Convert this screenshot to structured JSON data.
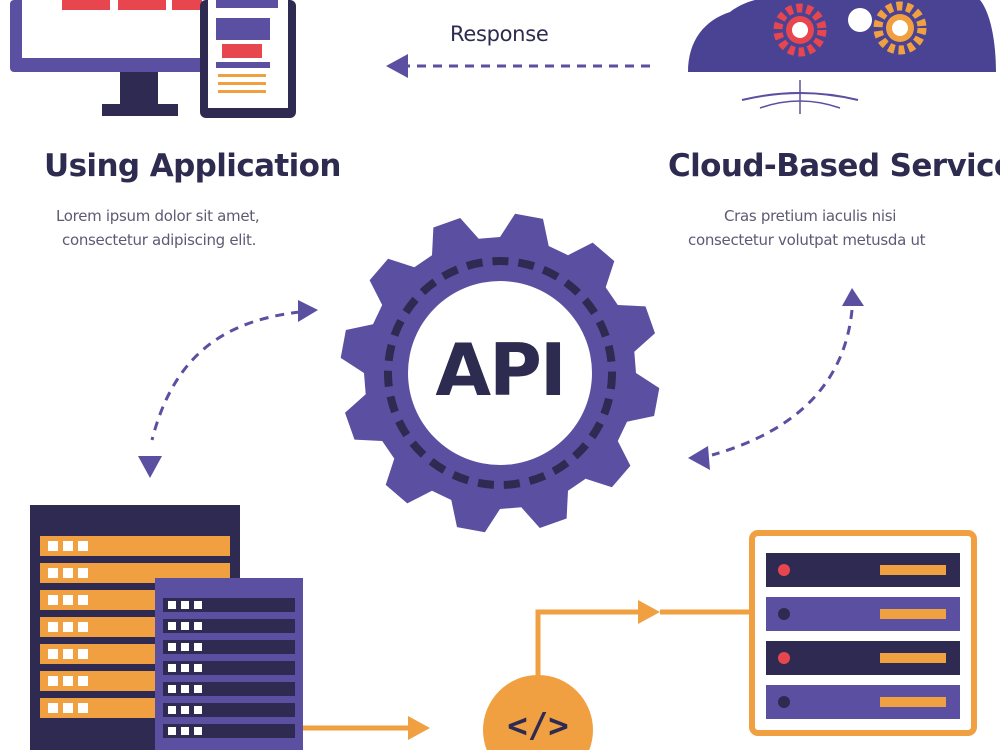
{
  "diagram": {
    "response_label": "Response",
    "api_label": "API",
    "code_symbol": "</>",
    "left_panel": {
      "title": "Using Application",
      "desc_line1": "Lorem ipsum dolor sit amet,",
      "desc_line2": "consectetur adipiscing elit."
    },
    "right_panel": {
      "title": "Cloud-Based Services",
      "desc_line1": "Cras pretium iaculis nisi",
      "desc_line2": "consectetur volutpat metusda ut"
    }
  },
  "colors": {
    "purple": "#5a4fa0",
    "dark_navy": "#2f2a52",
    "orange": "#f0a040",
    "red": "#e8464f",
    "text_dark": "#2d2b4f"
  },
  "icons": [
    "monitor-icon",
    "tablet-icon",
    "cloud-icon",
    "gear-icon",
    "server-rack-icon",
    "code-icon"
  ]
}
